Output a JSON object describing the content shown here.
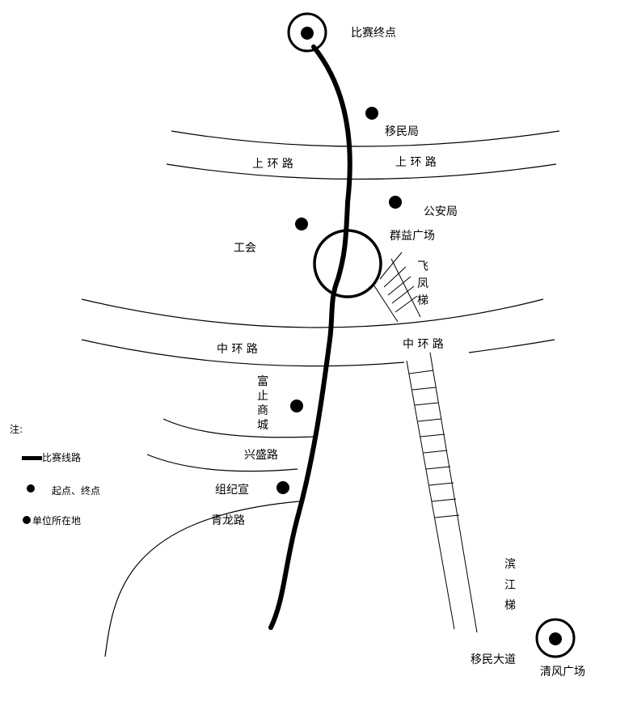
{
  "map": {
    "finish_label": "比赛终点",
    "landmarks": {
      "immigration_bureau": "移民局",
      "public_security_bureau": "公安局",
      "trade_union": "工会",
      "qunyi_square": "群益广场",
      "fushi_mall": [
        "富",
        "止",
        "商",
        "城"
      ],
      "organization_office": "组纪宣",
      "qingfeng_square": "清风广场"
    },
    "roads": {
      "shanghuan_left": "上 环 路",
      "shanghuan_right": "上 环 路",
      "zhonghuan_left": "中 环 路",
      "zhonghuan_right": "中 环 路",
      "xingsheng": "兴盛路",
      "qinglong": "青龙路",
      "yimin_avenue": "移民大道",
      "feifeng_ladder": [
        "飞",
        "凤",
        "梯"
      ],
      "binjiang_ladder": [
        "滨",
        "江",
        "梯"
      ]
    },
    "legend": {
      "title": "注:",
      "route": "比赛线路",
      "start_end": "起点、终点",
      "unit": "单位所在地"
    }
  }
}
